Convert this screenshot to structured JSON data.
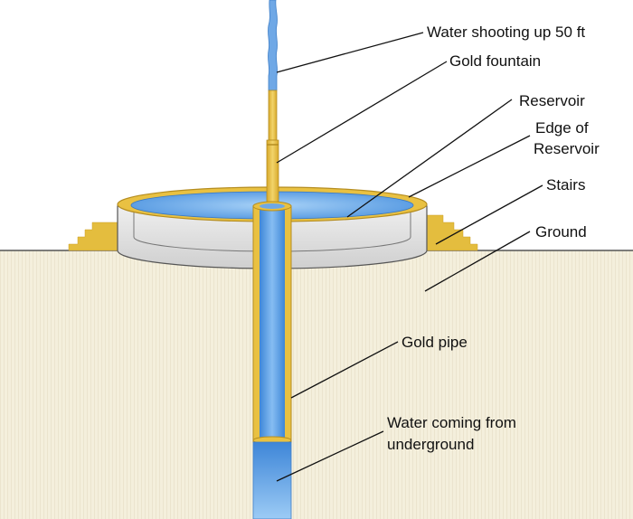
{
  "labels": {
    "water_shooting": "Water shooting up 50 ft",
    "gold_fountain": "Gold fountain",
    "reservoir": "Reservoir",
    "edge_line1": "Edge of",
    "edge_line2": "Reservoir",
    "stairs": "Stairs",
    "ground": "Ground",
    "gold_pipe": "Gold pipe",
    "water_underground_line1": "Water coming from",
    "water_underground_line2": "underground"
  },
  "colors": {
    "gold": "#E9C142",
    "water": "#5C9FE4",
    "ground_fill": "#F4EFDC",
    "reservoir_wall": "#D9D9D9"
  }
}
